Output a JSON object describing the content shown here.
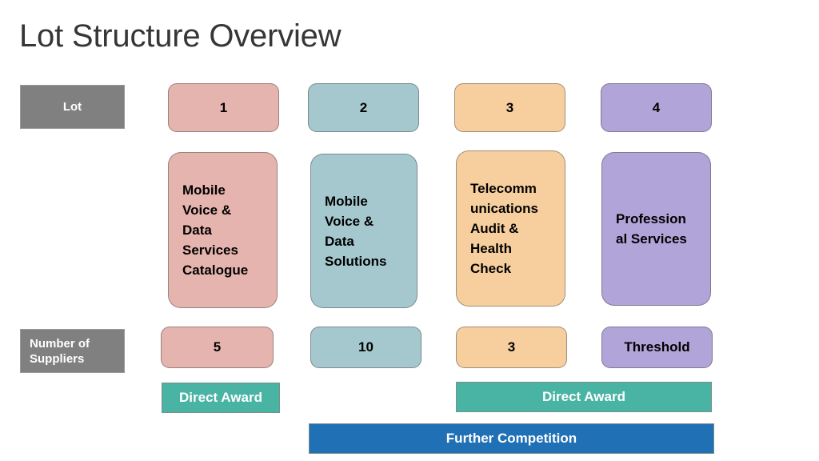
{
  "slide": {
    "title": "Lot Structure Overview",
    "background_color": "#ffffff",
    "title_color": "#363636"
  },
  "row_labels": {
    "lot": "Lot",
    "number_of_suppliers": "Number of Suppliers"
  },
  "colors": {
    "lot1": "#e6b4ae",
    "lot2": "#a5c8ce",
    "lot3": "#f7cf9e",
    "lot4": "#b0a4d8",
    "label_gray": "#808080",
    "direct_award_green": "#49b3a4",
    "further_competition_blue": "#2070b5"
  },
  "lots": [
    {
      "number": "1",
      "title_line1": "Mobile",
      "title_line2": "Voice &",
      "title_line3": "Data",
      "title_line4": "Services",
      "title_line5": "Catalogue",
      "suppliers": "5",
      "color": "#e6b4ae"
    },
    {
      "number": "2",
      "title_line1": "Mobile",
      "title_line2": "Voice &",
      "title_line3": "Data",
      "title_line4": "Solutions",
      "title_line5": "",
      "suppliers": "10",
      "color": "#a5c8ce"
    },
    {
      "number": "3",
      "title_line1": "Telecomm",
      "title_line2": "unications",
      "title_line3": "Audit &",
      "title_line4": "Health",
      "title_line5": "Check",
      "suppliers": "3",
      "color": "#f7cf9e"
    },
    {
      "number": "4",
      "title_line1": "Profession",
      "title_line2": "al Services",
      "title_line3": "",
      "title_line4": "",
      "title_line5": "",
      "suppliers": "Threshold",
      "color": "#b0a4d8"
    }
  ],
  "award_bars": [
    {
      "label": "Direct Award",
      "scope": "lot-1"
    },
    {
      "label": "Direct Award",
      "scope": "lot-3-to-4"
    },
    {
      "label": "Further Competition",
      "scope": "lot-2-to-4"
    }
  ]
}
